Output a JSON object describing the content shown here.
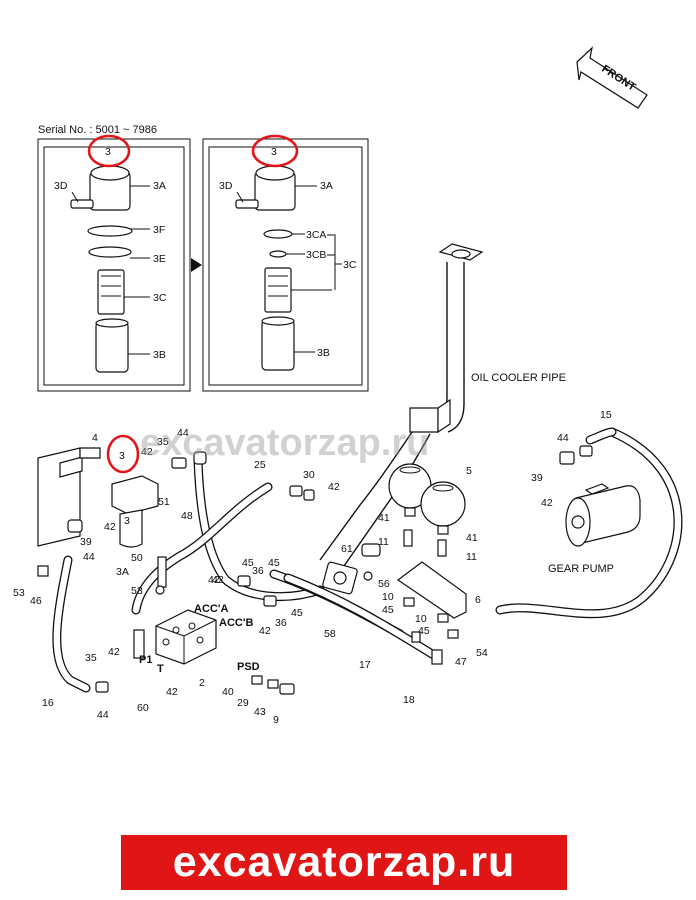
{
  "serial_label": "Serial No. : 5001 ~ 7986",
  "front_label": "FRONT",
  "watermark": "excavatorzap.ru",
  "banner": "excavatorzap.ru",
  "captions": {
    "oil_cooler_pipe": "OIL COOLER PIPE",
    "gear_pump": "GEAR PUMP",
    "acc_a": "ACC'A",
    "acc_b": "ACC'B",
    "p1": "P1",
    "t": "T",
    "psd": "PSD"
  },
  "callout_circles": [
    "3",
    "3",
    "3"
  ],
  "left_box_labels": [
    "3D",
    "3A",
    "3F",
    "3E",
    "3C",
    "3B"
  ],
  "right_box_labels": [
    "3D",
    "3A",
    "3CA",
    "3CB",
    "3C",
    "3B"
  ],
  "part_numbers": [
    "4",
    "35",
    "42",
    "44",
    "25",
    "30",
    "42",
    "5",
    "15",
    "44",
    "39",
    "42",
    "51",
    "48",
    "42",
    "3",
    "3A",
    "39",
    "44",
    "50",
    "53",
    "46",
    "53",
    "61",
    "41",
    "41",
    "11",
    "36",
    "45",
    "42",
    "56",
    "10",
    "45",
    "11",
    "42",
    "36",
    "45",
    "6",
    "10",
    "45",
    "54",
    "47",
    "58",
    "17",
    "18",
    "35",
    "42",
    "42",
    "P1",
    "60",
    "16",
    "44",
    "40",
    "29",
    "43",
    "9",
    "2",
    "42",
    "45"
  ],
  "colors": {
    "highlight_ring": "#e0161a",
    "banner_bg": "#e01515"
  }
}
